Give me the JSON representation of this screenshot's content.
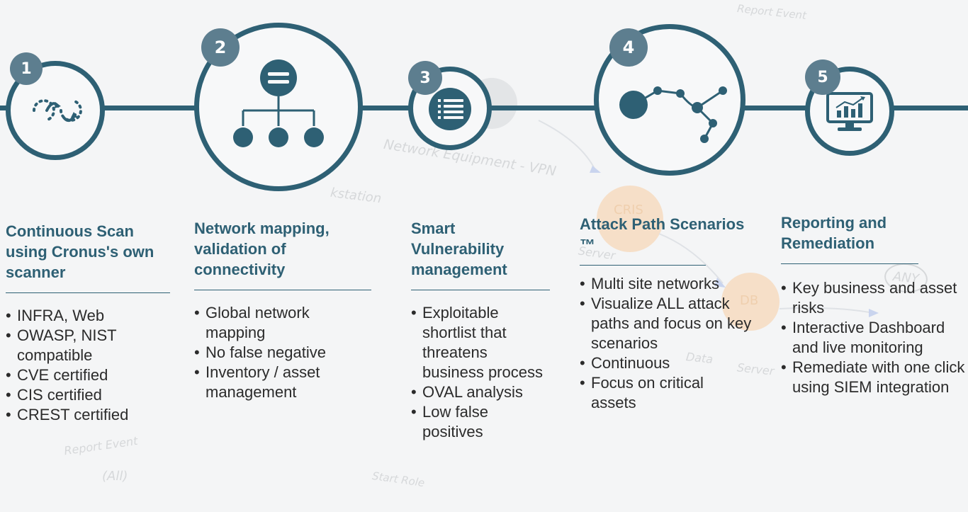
{
  "background": {
    "labels": [
      "Report Event",
      "Network Equipment - VPN",
      "kstation",
      "Report Event",
      "(All)",
      "Start Role",
      "ANY",
      "Server",
      "Server",
      "Data"
    ],
    "nodes": [
      "CRIS",
      "DB"
    ]
  },
  "steps": [
    {
      "number": "1",
      "icon": "cycle-arrows-icon",
      "title": "Continuous Scan using Cronus's own scanner",
      "bullets": [
        "INFRA, Web",
        "OWASP, NIST compatible",
        "CVE certified",
        "CIS certified",
        "CREST certified"
      ]
    },
    {
      "number": "2",
      "icon": "hierarchy-icon",
      "title": "Network mapping, validation of connectivity",
      "bullets": [
        "Global network mapping",
        "No false negative",
        "Inventory / asset management"
      ]
    },
    {
      "number": "3",
      "icon": "list-icon",
      "title": "Smart Vulnerability management",
      "bullets": [
        "Exploitable shortlist that threatens business process",
        "OVAL analysis",
        "Low false positives"
      ]
    },
    {
      "number": "4",
      "icon": "attack-path-icon",
      "title": "Attack Path Scenarios ™",
      "bullets": [
        "Multi site networks",
        "Visualize ALL attack paths and focus on key scenarios",
        "Continuous",
        "Focus on critical assets"
      ]
    },
    {
      "number": "5",
      "icon": "monitor-chart-icon",
      "title": "Reporting and Remediation",
      "bullets": [
        "Key business and asset risks",
        "Interactive Dashboard and live monitoring",
        "Remediate with one click using SIEM integration"
      ]
    }
  ],
  "colors": {
    "primary": "#2e6074",
    "badge": "#5d7e8f",
    "text": "#2b2b2b"
  }
}
